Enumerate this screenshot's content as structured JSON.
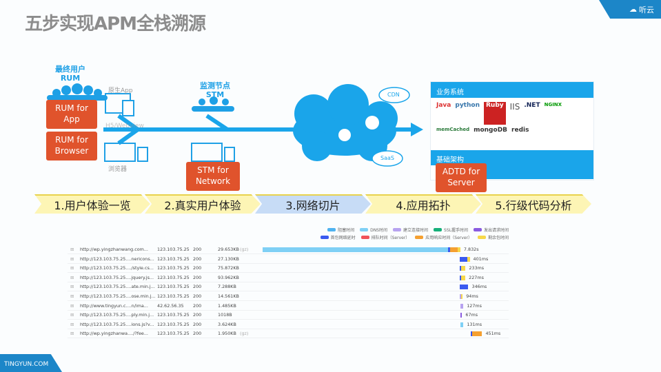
{
  "title": "五步实现APM全栈溯源",
  "brand": "听云",
  "footer": "TINGYUN.COM",
  "diagram": {
    "rum_label": "最终用户\nRUM",
    "rum_app": "RUM for\nApp",
    "rum_browser": "RUM for\nBrowser",
    "native_app": "原生App",
    "h5": "H5/Webview",
    "browser": "浏览器",
    "stm_label": "监测节点\nSTM",
    "stm_network": "STM for\nNetwork",
    "cdn": "CDN",
    "saas": "SaaS",
    "business": "业务系统",
    "infra": "基础架构",
    "adtd": "ADTD for\nServer",
    "tech": [
      "Java",
      "python",
      "Ruby",
      "IIS",
      ".NET",
      "NGINX",
      "memCached",
      "mongoDB",
      "redis"
    ]
  },
  "steps": [
    "1.用户体验一览",
    "2.真实用户体验",
    "3.网络切片",
    "4.应用拓扑",
    "5.行级代码分析"
  ],
  "active_step": 2,
  "colors": {
    "blocked": "#4fb3f0",
    "dns": "#7fd0f5",
    "connect": "#b7a3f0",
    "ssl": "#16b07a",
    "request": "#8a5be0",
    "first_packet": "#3a5af0",
    "queue": "#f0535a",
    "app_response": "#f5a030",
    "remaining": "#f7d84a"
  },
  "legend": [
    {
      "key": "blocked",
      "label": "阻塞时间"
    },
    {
      "key": "dns",
      "label": "DNS时间"
    },
    {
      "key": "connect",
      "label": "建立连接时间"
    },
    {
      "key": "ssl",
      "label": "SSL握手时间"
    },
    {
      "key": "request",
      "label": "发出请求时间"
    },
    {
      "key": "first_packet",
      "label": "首包网络延时"
    },
    {
      "key": "queue",
      "label": "排队时间（Server）"
    },
    {
      "key": "app_response",
      "label": "应用响应时间（Server）"
    },
    {
      "key": "remaining",
      "label": "剩余包时间"
    }
  ],
  "rows": [
    {
      "url": "http://wp.yingzhanwang.com...",
      "ip": "123.103.75.25",
      "status": "200",
      "size": "29.653KB",
      "tag": "(gz)",
      "duration": "7.832s",
      "start": 0,
      "segments": [
        [
          "dns",
          7350
        ],
        [
          "first_packet",
          60
        ],
        [
          "app_response",
          300
        ],
        [
          "remaining",
          120
        ]
      ]
    },
    {
      "url": "http://123.103.75.25....nericons...",
      "ip": "123.103.75.25",
      "status": "200",
      "size": "27.130KB",
      "duration": "401ms",
      "start": 7800,
      "segments": [
        [
          "first_packet",
          300
        ],
        [
          "remaining",
          101
        ]
      ]
    },
    {
      "url": "http://123.103.75.25..../style.cs...",
      "ip": "123.103.75.25",
      "status": "200",
      "size": "75.872KB",
      "duration": "233ms",
      "start": 7800,
      "segments": [
        [
          "first_packet",
          60
        ],
        [
          "remaining",
          173
        ]
      ]
    },
    {
      "url": "http://123.103.75.25....jquery.js...",
      "ip": "123.103.75.25",
      "status": "200",
      "size": "93.962KB",
      "duration": "227ms",
      "start": 7800,
      "segments": [
        [
          "first_packet",
          60
        ],
        [
          "remaining",
          167
        ]
      ]
    },
    {
      "url": "http://123.103.75.25....ate.min.j...",
      "ip": "123.103.75.25",
      "status": "200",
      "size": "7.288KB",
      "duration": "346ms",
      "start": 7800,
      "segments": [
        [
          "first_packet",
          346
        ]
      ]
    },
    {
      "url": "http://123.103.75.25....ose.min.j...",
      "ip": "123.103.75.25",
      "status": "200",
      "size": "14.561KB",
      "duration": "94ms",
      "start": 7810,
      "segments": [
        [
          "connect",
          40
        ],
        [
          "remaining",
          54
        ]
      ]
    },
    {
      "url": "http://www.tingyun.c....n/ima...",
      "ip": "42.62.56.35",
      "status": "200",
      "size": "1.485KB",
      "duration": "127ms",
      "start": 7820,
      "segments": [
        [
          "connect",
          127
        ]
      ]
    },
    {
      "url": "http://123.103.75.25....ply.min.j...",
      "ip": "123.103.75.25",
      "status": "200",
      "size": "1018B",
      "duration": "67ms",
      "start": 7830,
      "segments": [
        [
          "request",
          67
        ]
      ]
    },
    {
      "url": "http://123.103.75.25....ions.js?v...",
      "ip": "123.103.75.25",
      "status": "200",
      "size": "3.624KB",
      "duration": "131ms",
      "start": 7820,
      "segments": [
        [
          "dns",
          131
        ]
      ]
    },
    {
      "url": "http://wp.yingzhanwa..../?fee...",
      "ip": "123.103.75.25",
      "status": "200",
      "size": "1.950KB",
      "tag": "(gz)",
      "duration": "451ms",
      "start": 8240,
      "segments": [
        [
          "first_packet",
          60
        ],
        [
          "app_response",
          391
        ]
      ]
    }
  ]
}
